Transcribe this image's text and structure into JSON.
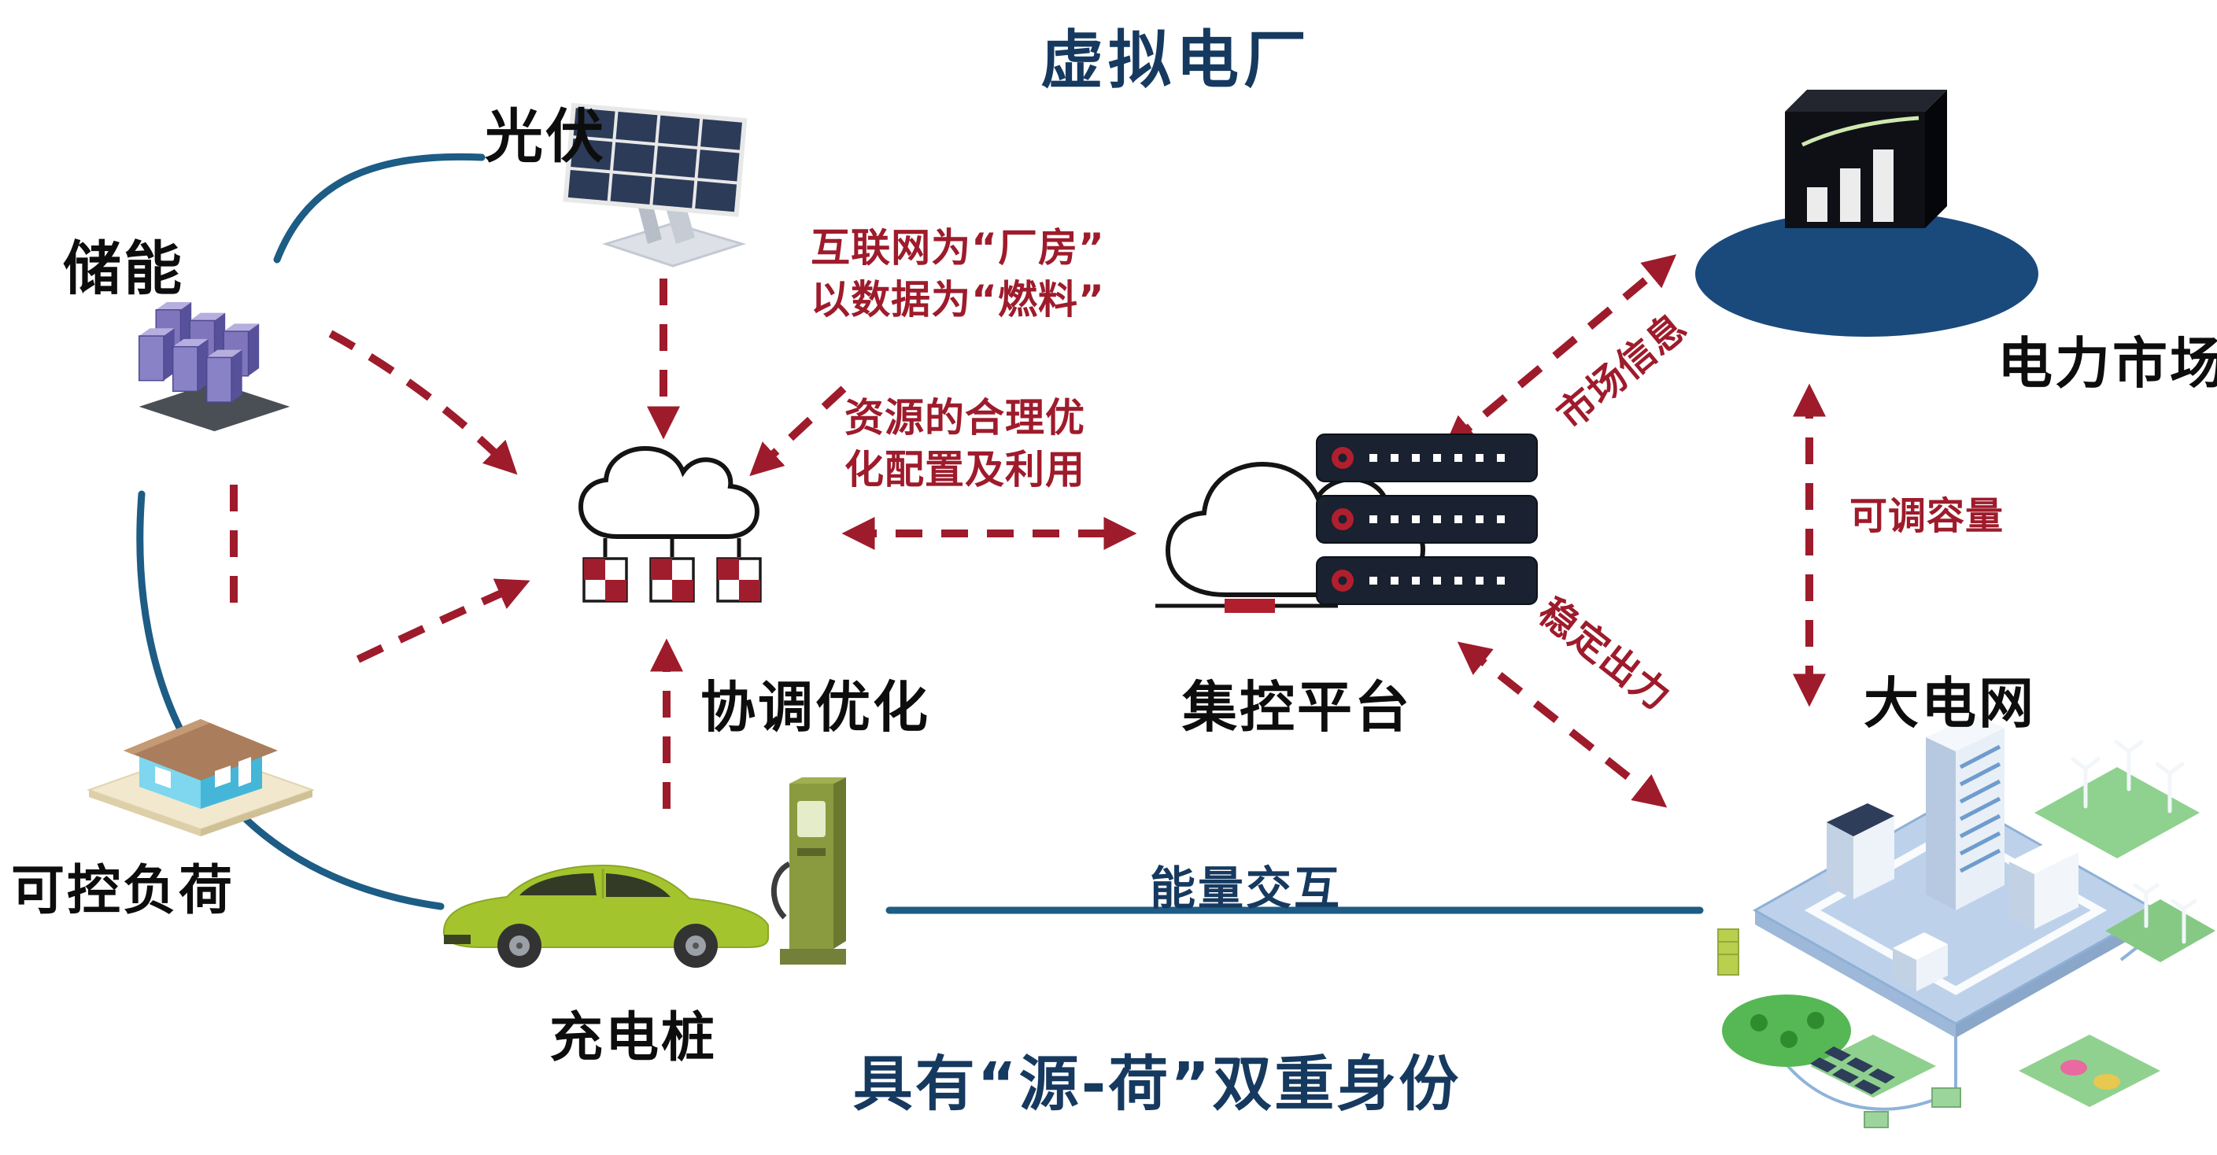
{
  "title": "虚拟电厂",
  "colors": {
    "title_navy": "#16395f",
    "annotation_red": "#9e1b2b",
    "flow_blue": "#1d5c85",
    "market_ellipse": "#1a4a7c",
    "storage_purple": "#7e75bd",
    "car_green": "#a4c42e"
  },
  "nodes": {
    "pv": {
      "label": "光伏",
      "icon": "solar-panel-icon"
    },
    "storage": {
      "label": "储能",
      "icon": "battery-storage-icon"
    },
    "load": {
      "label": "可控负荷",
      "icon": "house-icon"
    },
    "coordination": {
      "label": "协调优化",
      "icon": "cloud-compute-icon"
    },
    "platform": {
      "label": "集控平台",
      "icon": "cloud-server-icon"
    },
    "market": {
      "label": "电力市场",
      "icon": "market-chart-icon"
    },
    "grid": {
      "label": "大电网",
      "icon": "smart-city-icon"
    },
    "charger": {
      "label": "充电桩",
      "icon": "ev-car-charger-icon"
    }
  },
  "annotations": {
    "internet_line1": "互联网为“厂房”",
    "internet_line2": "以数据为“燃料”",
    "resource_line1": "资源的合理优",
    "resource_line2": "化配置及利用",
    "market_info": "市场信息",
    "adjustable_capacity": "可调容量",
    "stable_output": "稳定出力",
    "energy_exchange": "能量交互",
    "dual_identity": "具有“源-荷”双重身份"
  },
  "edges": [
    {
      "from": "pv",
      "to": "coordination",
      "style": "dashed-red"
    },
    {
      "from": "storage",
      "to": "coordination",
      "style": "dashed-red"
    },
    {
      "from": "storage",
      "to": "load",
      "style": "dashed-red"
    },
    {
      "from": "load",
      "to": "coordination",
      "style": "dashed-red"
    },
    {
      "from": "charger",
      "to": "coordination",
      "style": "dashed-red"
    },
    {
      "from": "coordination",
      "to": "platform",
      "style": "dashed-red-double"
    },
    {
      "from": "platform",
      "to": "market",
      "style": "dashed-red-double",
      "label": "市场信息"
    },
    {
      "from": "platform",
      "to": "grid",
      "style": "dashed-red-double",
      "label": "稳定出力"
    },
    {
      "from": "market",
      "to": "grid",
      "style": "dashed-red-double",
      "label": "可调容量"
    },
    {
      "from": "storage",
      "to": "pv",
      "style": "solid-blue"
    },
    {
      "from": "storage",
      "to": "charger",
      "style": "solid-blue"
    },
    {
      "from": "charger",
      "to": "grid",
      "style": "solid-blue",
      "label": "能量交互"
    }
  ]
}
